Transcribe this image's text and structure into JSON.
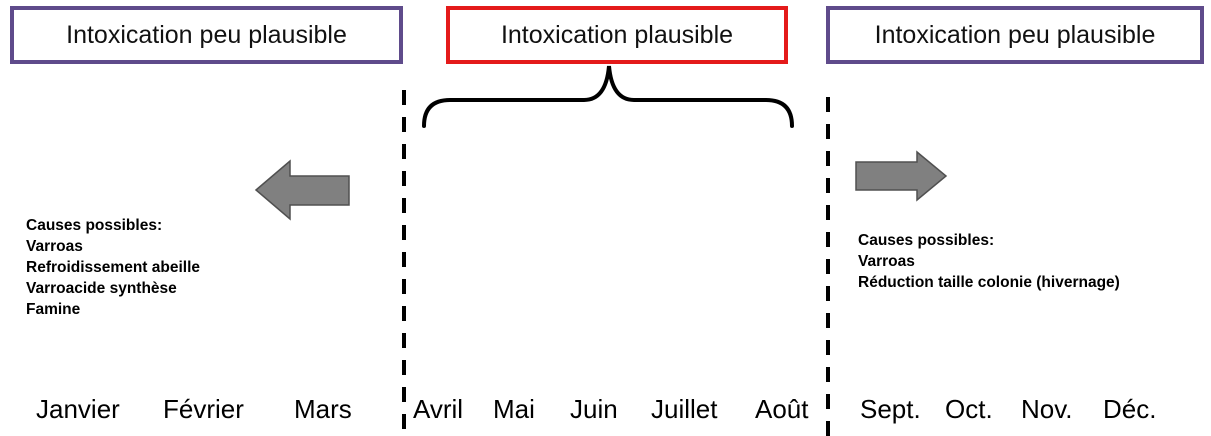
{
  "headers": {
    "left": "Intoxication peu plausible",
    "center": "Intoxication plausible",
    "right": "Intoxication peu plausible"
  },
  "causes_left": {
    "title": "Causes possibles:",
    "items": [
      "Varroas",
      "Refroidissement abeille",
      "Varroacide synthèse",
      "Famine"
    ]
  },
  "causes_right": {
    "title": "Causes possibles:",
    "items": [
      "Varroas",
      "Réduction taille colonie (hivernage)"
    ]
  },
  "months": [
    "Janvier",
    "Février",
    "Mars",
    "Avril",
    "Mai",
    "Juin",
    "Juillet",
    "Août",
    "Sept.",
    "Oct.",
    "Nov.",
    "Déc."
  ],
  "colors": {
    "purple_border": "#5f4b8b",
    "red_border": "#e41a1a",
    "arrow_fill": "#808080"
  }
}
